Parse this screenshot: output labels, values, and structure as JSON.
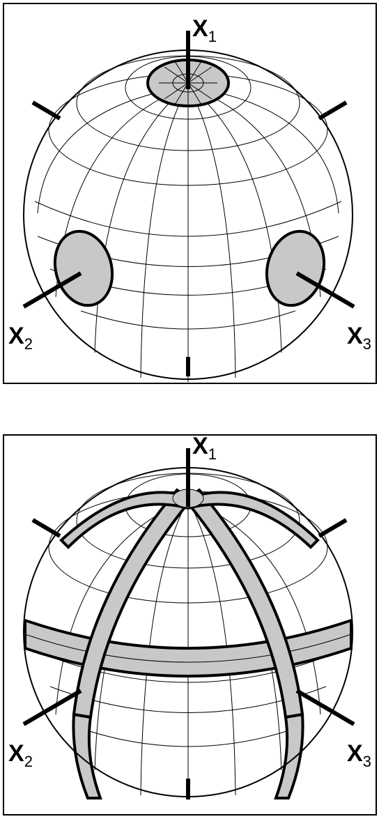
{
  "panels": [
    {
      "id": "top",
      "region": "caps",
      "axes": [
        {
          "label": "X",
          "sub": "1"
        },
        {
          "label": "X",
          "sub": "2"
        },
        {
          "label": "X",
          "sub": "3"
        }
      ]
    },
    {
      "id": "bottom",
      "region": "bands",
      "axes": [
        {
          "label": "X",
          "sub": "1"
        },
        {
          "label": "X",
          "sub": "2"
        },
        {
          "label": "X",
          "sub": "3"
        }
      ]
    }
  ],
  "colors": {
    "region_fill": "#c8c8c8",
    "line": "#000000",
    "background": "#ffffff"
  }
}
